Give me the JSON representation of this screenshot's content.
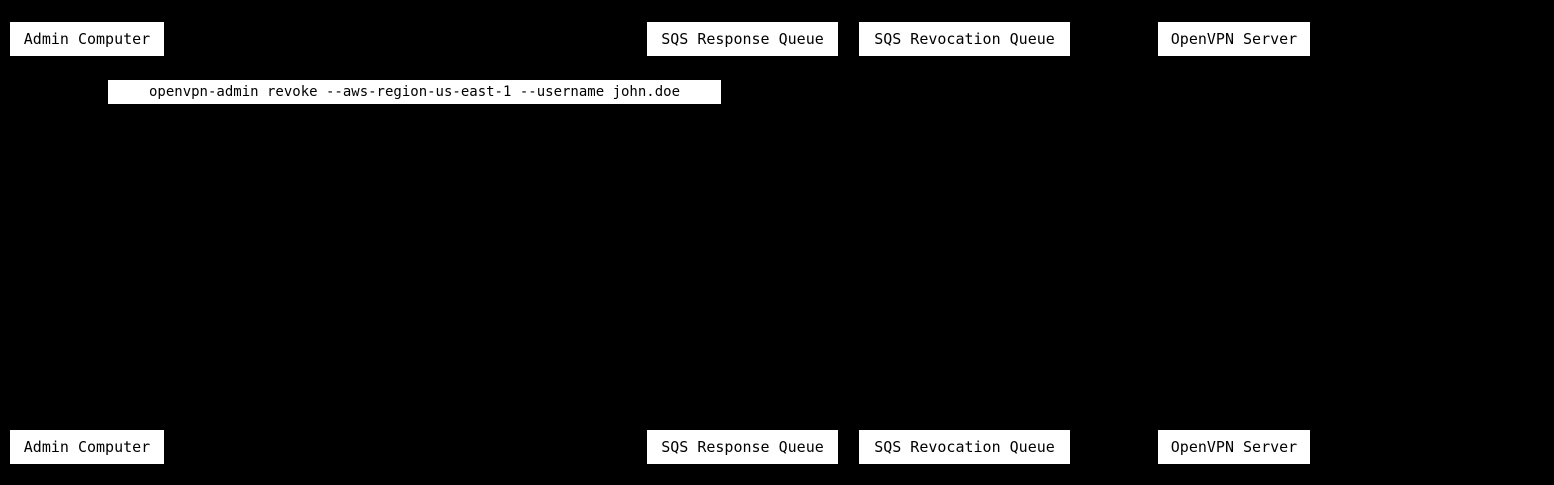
{
  "diagram": {
    "type": "sequence-diagram",
    "colors": {
      "background": "#000000",
      "box_background": "#ffffff",
      "box_text": "#000000"
    },
    "participants": [
      {
        "label": "Admin Computer"
      },
      {
        "label": "SQS Response Queue"
      },
      {
        "label": "SQS Revocation Queue"
      },
      {
        "label": "OpenVPN Server"
      }
    ],
    "messages": [
      {
        "text": "openvpn-admin revoke --aws-region-us-east-1 --username john.doe"
      }
    ]
  }
}
